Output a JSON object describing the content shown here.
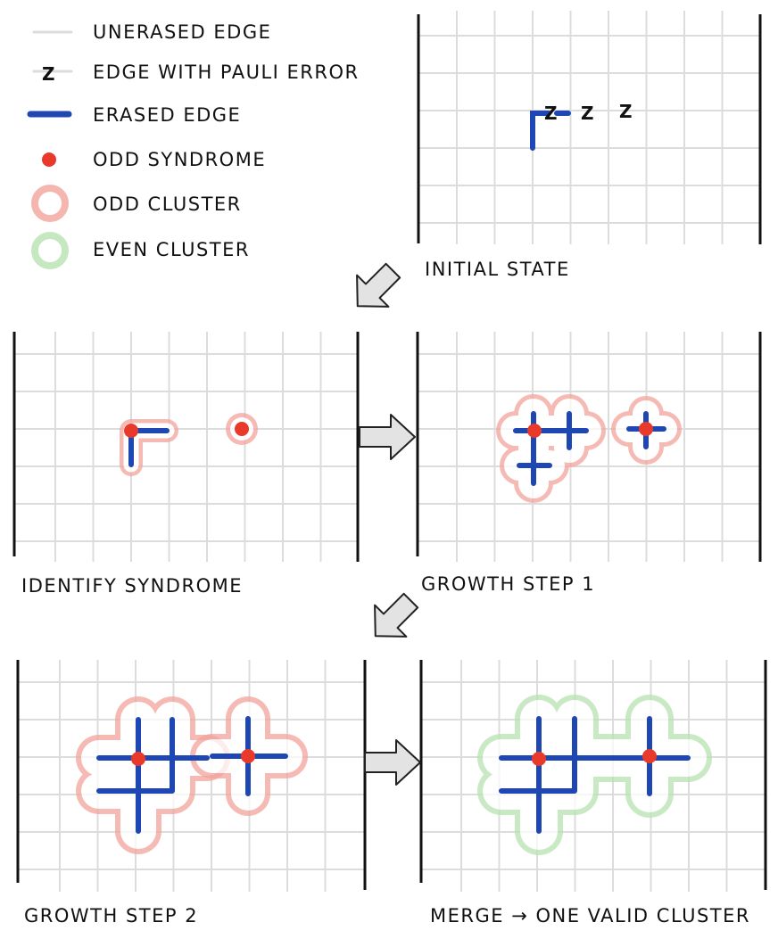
{
  "legend": {
    "unerased": "UNERASED EDGE",
    "pauli_symbol": "Z",
    "pauli": "EDGE WITH PAULI ERROR",
    "erased": "ERASED EDGE",
    "syndrome": "ODD SYNDROME",
    "odd_cluster": "ODD CLUSTER",
    "even_cluster": "EVEN CLUSTER"
  },
  "panels": {
    "initial": {
      "caption": "INITIAL STATE",
      "z_labels": [
        "Z",
        "Z",
        "Z"
      ]
    },
    "identify": {
      "caption": "IDENTIFY SYNDROME"
    },
    "growth1": {
      "caption": "GROWTH STEP 1"
    },
    "growth2": {
      "caption": "GROWTH STEP 2"
    },
    "merge": {
      "caption": "MERGE → ONE VALID CLUSTER"
    }
  },
  "colors": {
    "grid": "#dcdcdc",
    "boundary": "#111111",
    "erased": "#1f47b3",
    "syndrome": "#e8392b",
    "odd_cluster": "#f2a49c",
    "even_cluster": "#b8e2b2",
    "arrow_fill": "#e3e3e3",
    "arrow_stroke": "#222222"
  }
}
